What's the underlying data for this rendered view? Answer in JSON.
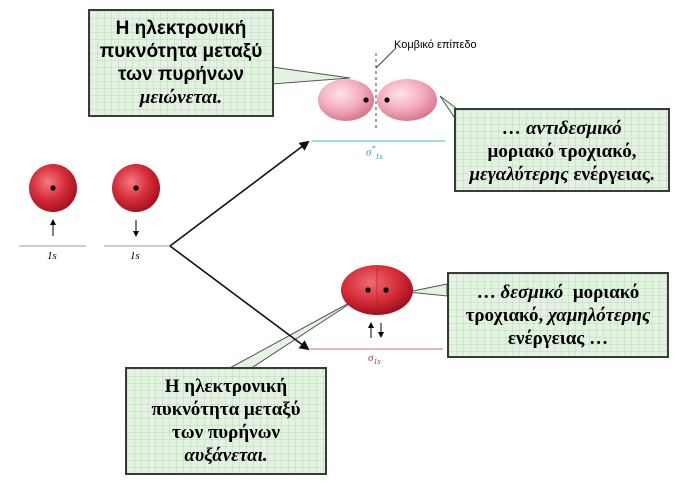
{
  "labels": {
    "nodal_plane": "Κομβικό επίπεδο",
    "ao_left": "1s",
    "ao_right": "1s",
    "mo_antibonding": {
      "sym": "σ",
      "sup": "*",
      "sub": "1s"
    },
    "mo_bonding": {
      "sym": "σ",
      "sub": "1s"
    }
  },
  "callouts": {
    "decrease": {
      "line1": "Η ηλεκτρονική",
      "line2": "πυκνότητα μεταξύ",
      "line3": "των πυρήνων",
      "line4": "μειώνεται."
    },
    "antibonding": {
      "line1": "… αντιδεσμικό",
      "line2": "μοριακό τροχιακό,",
      "line3_a": "μεγαλύτερης",
      "line3_b": "ενέργειας."
    },
    "bonding": {
      "line1_a": "…",
      "line1_b": "δεσμικό",
      "line1_c": "μοριακό",
      "line2_a": "τροχιακό,",
      "line2_b": "χαμηλότερης",
      "line3": "ενέργειας …"
    },
    "increase": {
      "line1": "Η ηλεκτρονική",
      "line2": "πυκνότητα μεταξύ",
      "line3": "των πυρήνων",
      "line4": "αυξάνεται."
    }
  },
  "colors": {
    "atom_red": "#d8303c",
    "antibonding_pink": "#f0a8b8",
    "bonding_red": "#d8303c",
    "teal_level": "#7fd0d4",
    "pink_level": "#d8a0b4",
    "callout_green": "#e4f3e1",
    "bond_green": "#9fd09a"
  },
  "icons": {
    "spin_up": "up-arrow-icon",
    "spin_down": "down-arrow-icon"
  }
}
